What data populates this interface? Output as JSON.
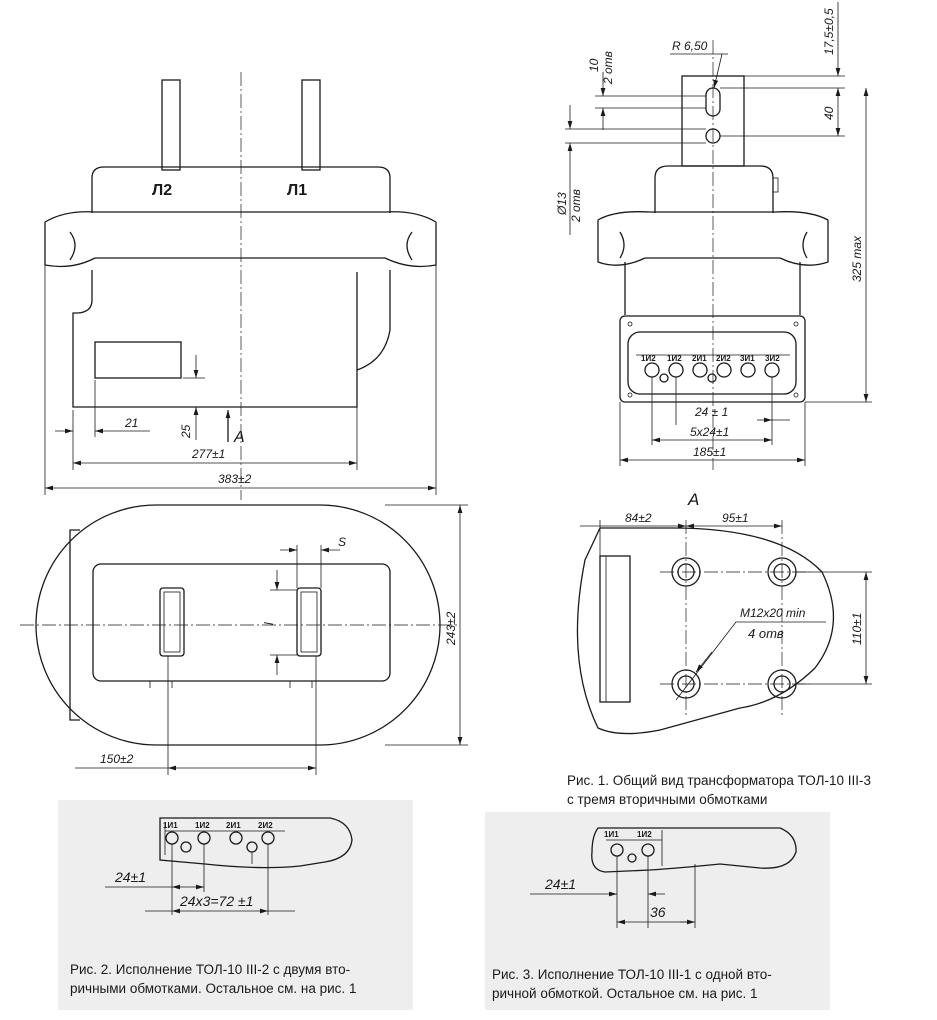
{
  "fig1": {
    "labels": {
      "l2": "Л2",
      "l1": "Л1",
      "view_a": "A",
      "view_a_top": "A"
    },
    "dims": {
      "d21": "21",
      "d25": "25",
      "d277": "277±1",
      "d383": "383±2",
      "d243": "243±2",
      "d150": "150±2",
      "d_s": "S",
      "d_l": "l",
      "d_r650": "R 6,50",
      "d_10": "10",
      "d_2otv_a": "2 отв",
      "d_o13": "Ø13",
      "d_2otv_b": "2 отв",
      "d_175": "17,5±0,5",
      "d_40": "40",
      "d_325": "325 max",
      "d_24": "24 ± 1",
      "d_5x24": "5x24±1",
      "d_185": "185±1",
      "d_84": "84±2",
      "d_95": "95±1",
      "d_110": "110±1",
      "d_m12": "M12x20 min",
      "d_4otv": "4 отв"
    },
    "terminals": [
      "1И2",
      "1И2",
      "2И1",
      "2И2",
      "3И1",
      "3И2"
    ],
    "caption_line1": "Рис. 1. Общий вид трансформатора ТОЛ-10 III-3",
    "caption_line2": "с тремя вторичными обмотками"
  },
  "fig2": {
    "terminals": [
      "1И1",
      "1И2",
      "2И1",
      "2И2"
    ],
    "dims": {
      "d24": "24±1",
      "d72": "24x3=72 ±1"
    },
    "caption_line1": "Рис. 2. Исполнение ТОЛ-10 III-2 с двумя вто-",
    "caption_line2": "ричными обмотками. Остальное см. на рис. 1"
  },
  "fig3": {
    "terminals": [
      "1И1",
      "1И2"
    ],
    "dims": {
      "d24": "24±1",
      "d36": "36"
    },
    "caption_line1": "Рис. 3. Исполнение ТОЛ-10 III-1 с одной вто-",
    "caption_line2": "ричной обмоткой. Остальное см. на рис. 1"
  }
}
